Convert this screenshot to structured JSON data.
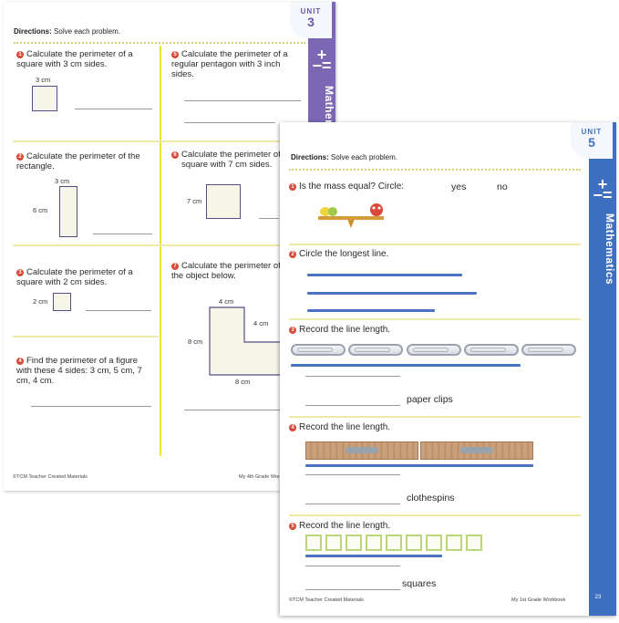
{
  "left_page": {
    "unit_label": "UNIT",
    "unit_number": "3",
    "subject": "Mathematics",
    "directions_label": "Directions:",
    "directions_text": "Solve each problem.",
    "problems": [
      {
        "n": "1",
        "text": "Calculate the perimeter of a square with 3 cm sides.",
        "labels": [
          "3 cm"
        ]
      },
      {
        "n": "2",
        "text": "Calculate the perimeter of the rectangle.",
        "labels": [
          "3 cm",
          "6 cm"
        ]
      },
      {
        "n": "3",
        "text": "Calculate the perimeter of a square with 2 cm sides.",
        "labels": [
          "2 cm"
        ]
      },
      {
        "n": "4",
        "text": "Find the perimeter of a figure with these 4 sides: 3 cm, 5 cm, 7 cm, 4 cm."
      },
      {
        "n": "5",
        "text": "Calculate the perimeter of a regular pentagon with 3 inch sides."
      },
      {
        "n": "6",
        "text": "Calculate the perimeter of square with 7 cm sides.",
        "labels": [
          "7 cm"
        ]
      },
      {
        "n": "7",
        "text": "Calculate the perimeter of the object below.",
        "labels": [
          "4 cm",
          "4 cm",
          "8 cm",
          "8 cm"
        ]
      }
    ],
    "footer_brand": "©TCM Teacher Created Materials",
    "footer_book": "My 4th Grade Work"
  },
  "right_page": {
    "unit_label": "UNIT",
    "unit_number": "5",
    "subject": "Mathematics",
    "directions_label": "Directions:",
    "directions_text": "Solve each problem.",
    "q1": {
      "n": "1",
      "text": "Is the mass equal? Circle:",
      "opt_yes": "yes",
      "opt_no": "no"
    },
    "q2": {
      "n": "2",
      "text": "Circle the longest line."
    },
    "q3": {
      "n": "3",
      "text": "Record the line length.",
      "unit": "paper clips"
    },
    "q4": {
      "n": "4",
      "text": "Record the line length.",
      "unit": "clothespins"
    },
    "q5": {
      "n": "5",
      "text": "Record the line length.",
      "unit": "squares"
    },
    "footer_brand": "©TCM Teacher Created Materials",
    "footer_book": "My 1st Grade Workbook",
    "page_number": "23"
  },
  "colors": {
    "left_sidebar": "#7b67b3",
    "right_sidebar": "#3f6fbf",
    "number_badge": "#d94a3a",
    "measure_line": "#4a72c2",
    "divider_yellow": "#efe33c"
  },
  "icons": [
    "plus-minus-icon",
    "balance-scale-icon",
    "paper-clip-icon",
    "clothespin-icon"
  ]
}
